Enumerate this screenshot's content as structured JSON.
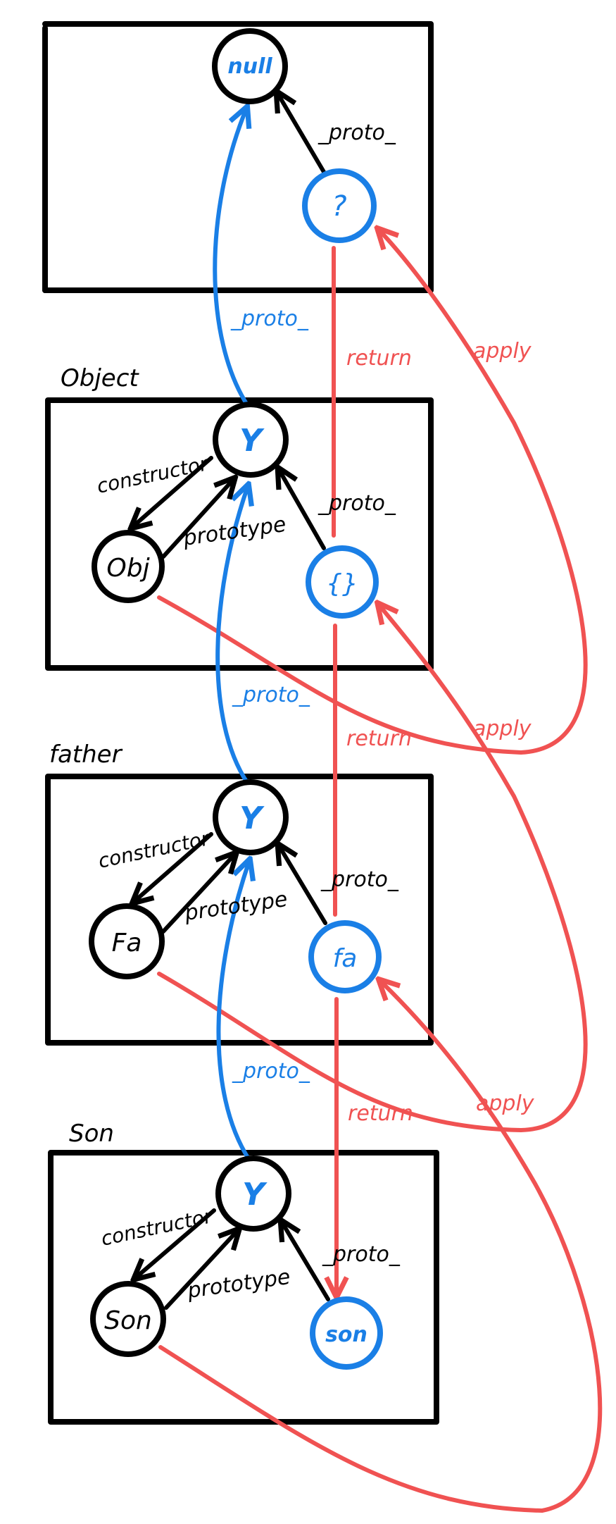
{
  "colors": {
    "black": "#000000",
    "blue": "#1a7fe6",
    "red": "#f05252"
  },
  "section_titles": {
    "object": "Object",
    "father": "father",
    "son": "Son"
  },
  "nodes": {
    "null": "null",
    "unknown": "?",
    "object_proto": "Y",
    "object_ctor": "Obj",
    "object_instance": "{}",
    "father_proto": "Y",
    "father_ctor": "Fa",
    "father_instance": "fa",
    "son_proto": "Y",
    "son_ctor": "Son",
    "son_instance": "son"
  },
  "edge_labels": {
    "proto": "_proto_",
    "constructor": "constructor",
    "prototype": "prototype",
    "return": "return",
    "apply": "apply"
  }
}
